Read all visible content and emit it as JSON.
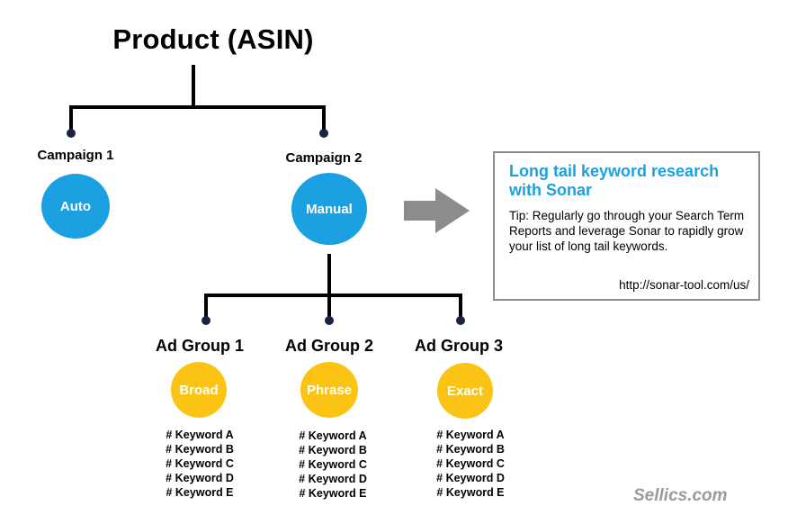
{
  "product": {
    "title": "Product (ASIN)"
  },
  "campaigns": [
    {
      "label": "Campaign 1",
      "node": "Auto"
    },
    {
      "label": "Campaign 2",
      "node": "Manual"
    }
  ],
  "ad_groups": [
    {
      "label": "Ad Group 1",
      "match": "Broad",
      "keywords": [
        "# Keyword A",
        "# Keyword B",
        "# Keyword C",
        "# Keyword D",
        "# Keyword E"
      ]
    },
    {
      "label": "Ad Group 2",
      "match": "Phrase",
      "keywords": [
        "# Keyword A",
        "# Keyword B",
        "# Keyword C",
        "# Keyword D",
        "# Keyword E"
      ]
    },
    {
      "label": "Ad Group 3",
      "match": "Exact",
      "keywords": [
        "# Keyword A",
        "# Keyword B",
        "# Keyword C",
        "# Keyword D",
        "# Keyword E"
      ]
    }
  ],
  "tip": {
    "heading": "Long tail keyword research with Sonar",
    "text": "Tip: Regularly go through your Search Term Reports and leverage Sonar to rapidly grow your list of long tail keywords.",
    "url": "http://sonar-tool.com/us/"
  },
  "brand": "Sellics.com",
  "colors": {
    "blue": "#1ba1e2",
    "yellow": "#fbc414",
    "arrow": "#8c8c8c",
    "box_border": "#8c8c8c",
    "brand": "#9a9a9a"
  }
}
